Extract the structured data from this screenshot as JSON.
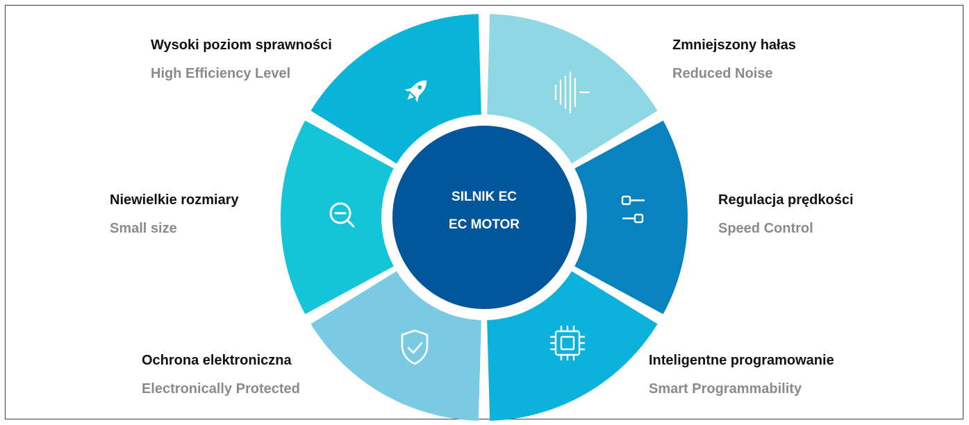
{
  "center": {
    "line1": "SILNIK EC",
    "line2": "EC MOTOR",
    "color": "#02569b"
  },
  "features": [
    {
      "id": "efficiency",
      "label_pl": "Wysoki poziom sprawności",
      "label_en": "High Efficiency Level",
      "icon": "rocket-icon",
      "color": "#08b4d8"
    },
    {
      "id": "noise",
      "label_pl": "Zmniejszony hałas",
      "label_en": "Reduced Noise",
      "icon": "sound-wave-icon",
      "color": "#8ed8e6"
    },
    {
      "id": "speed",
      "label_pl": "Regulacja prędkości",
      "label_en": "Speed Control",
      "icon": "sliders-icon",
      "color": "#0982c0"
    },
    {
      "id": "programming",
      "label_pl": "Inteligentne programowanie",
      "label_en": "Smart Programmability",
      "icon": "chip-icon",
      "color": "#0cb2dc"
    },
    {
      "id": "protection",
      "label_pl": "Ochrona elektroniczna",
      "label_en": "Electronically Protected",
      "icon": "shield-check-icon",
      "color": "#7acae4"
    },
    {
      "id": "size",
      "label_pl": "Niewielkie rozmiary",
      "label_en": "Small size",
      "icon": "zoom-out-icon",
      "color": "#14c4d8"
    }
  ]
}
